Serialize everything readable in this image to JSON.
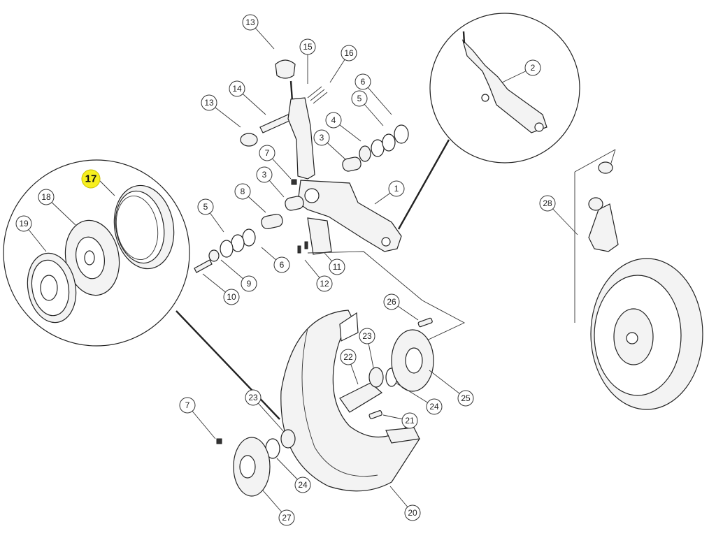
{
  "highlighted_callout": "17",
  "callouts": [
    {
      "id": "c13a",
      "label": "13"
    },
    {
      "id": "c15",
      "label": "15"
    },
    {
      "id": "c16",
      "label": "16"
    },
    {
      "id": "c14",
      "label": "14"
    },
    {
      "id": "c6a",
      "label": "6"
    },
    {
      "id": "c13b",
      "label": "13"
    },
    {
      "id": "c5a",
      "label": "5"
    },
    {
      "id": "c4",
      "label": "4"
    },
    {
      "id": "c3a",
      "label": "3"
    },
    {
      "id": "c7a",
      "label": "7"
    },
    {
      "id": "c3b",
      "label": "3"
    },
    {
      "id": "c1",
      "label": "1"
    },
    {
      "id": "c8",
      "label": "8"
    },
    {
      "id": "c5b",
      "label": "5"
    },
    {
      "id": "c6b",
      "label": "6"
    },
    {
      "id": "c9",
      "label": "9"
    },
    {
      "id": "c10",
      "label": "10"
    },
    {
      "id": "c11",
      "label": "11"
    },
    {
      "id": "c12",
      "label": "12"
    },
    {
      "id": "c2",
      "label": "2"
    },
    {
      "id": "c17",
      "label": "17"
    },
    {
      "id": "c18",
      "label": "18"
    },
    {
      "id": "c19",
      "label": "19"
    },
    {
      "id": "c28",
      "label": "28"
    },
    {
      "id": "c26",
      "label": "26"
    },
    {
      "id": "c23a",
      "label": "23"
    },
    {
      "id": "c22",
      "label": "22"
    },
    {
      "id": "c25",
      "label": "25"
    },
    {
      "id": "c24a",
      "label": "24"
    },
    {
      "id": "c21",
      "label": "21"
    },
    {
      "id": "c7b",
      "label": "7"
    },
    {
      "id": "c23b",
      "label": "23"
    },
    {
      "id": "c24b",
      "label": "24"
    },
    {
      "id": "c27",
      "label": "27"
    },
    {
      "id": "c20",
      "label": "20"
    }
  ]
}
